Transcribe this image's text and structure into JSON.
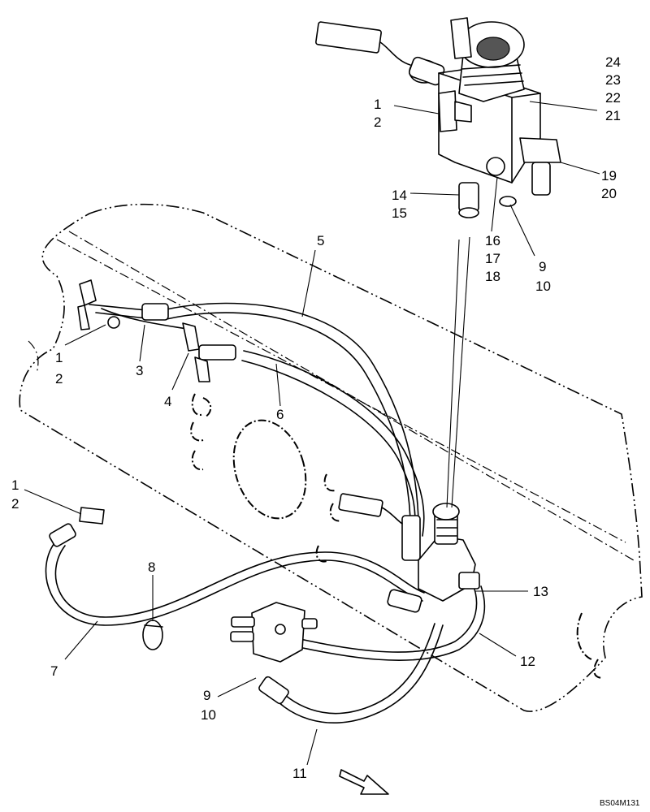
{
  "callouts": {
    "c24": "24",
    "c23": "23",
    "c22": "22",
    "c21": "21",
    "c1a": "1",
    "c2a": "2",
    "c19": "19",
    "c20": "20",
    "c14": "14",
    "c15": "15",
    "c16": "16",
    "c17": "17",
    "c18": "18",
    "c9a": "9",
    "c10a": "10",
    "c5": "5",
    "c1b": "1",
    "c2b": "2",
    "c3": "3",
    "c4": "4",
    "c6": "6",
    "c1c": "1",
    "c2c": "2",
    "c8": "8",
    "c7": "7",
    "c13": "13",
    "c12": "12",
    "c9b": "9",
    "c10b": "10",
    "c11": "11"
  },
  "drawing_ref": "BS04M131"
}
